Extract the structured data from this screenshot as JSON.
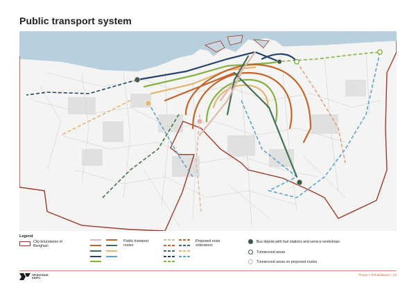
{
  "page": {
    "title": "Public transport system"
  },
  "legend": {
    "heading": "Legend",
    "city_boundary": "City boundaries of Benghazi",
    "public_routes": "Public transport routes",
    "proposed_routes": "Proposed route extensions",
    "bus_depots": "Bus depots with fuel stations and service workshops",
    "turnaround": "Turnaround areas",
    "turnaround_proposed": "Turnaround areas on proposed routes"
  },
  "colors": {
    "boundary": "#9b3a2c",
    "sea": "#b8cfdd",
    "route_pink": "#e2b6ad",
    "route_orange": "#c2652c",
    "route_green_dark": "#3f6f58",
    "route_navy": "#25426b",
    "route_olive": "#86b040",
    "route_tan": "#e2b570",
    "route_blue": "#5ea3d0",
    "depot": "#3d5a4a"
  },
  "footer": {
    "logo_text": "ПРОЕКТНОЕ БЮРО",
    "page_ref": "Phase I: Rehabilitation | 20"
  }
}
